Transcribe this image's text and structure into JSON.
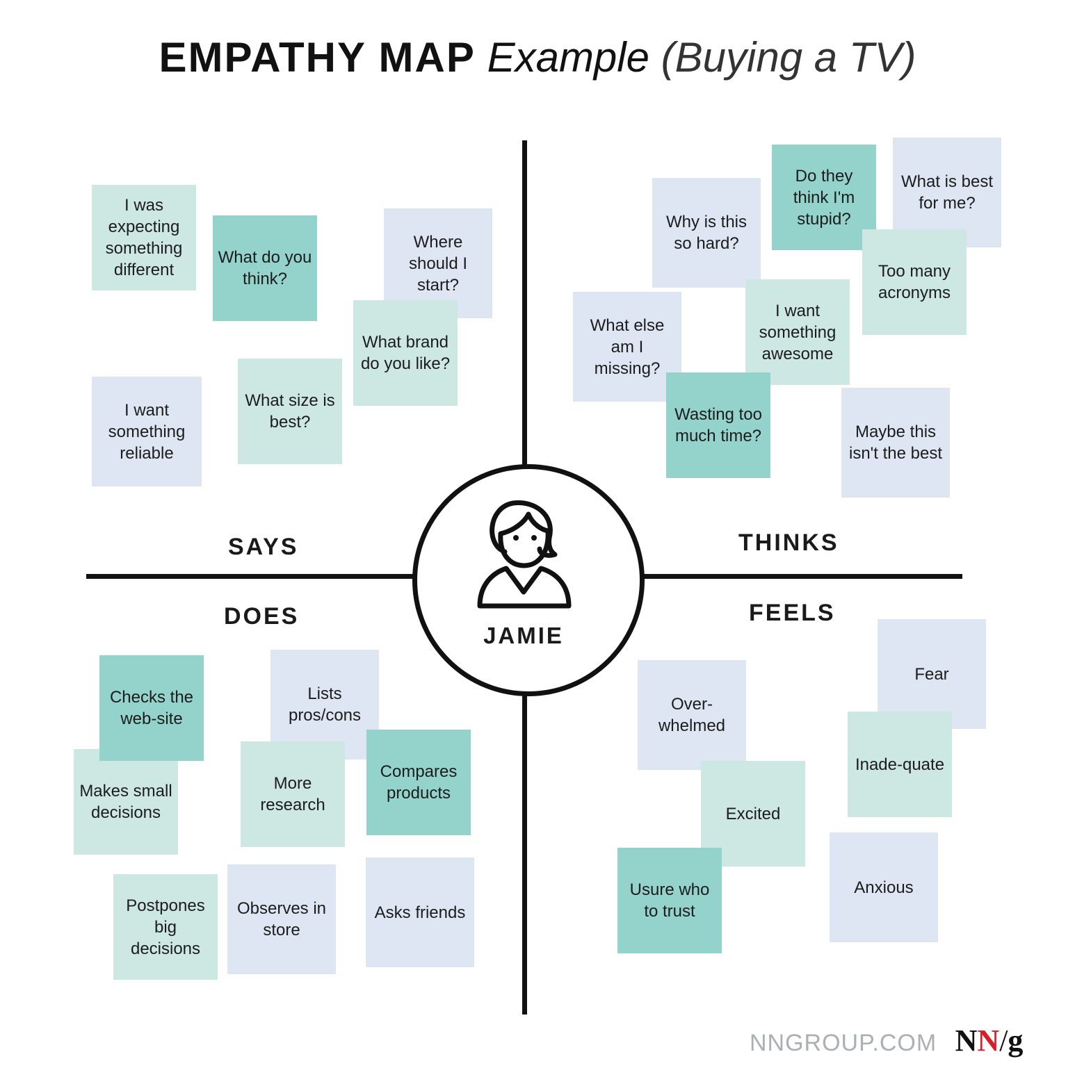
{
  "title": {
    "bold": "EMPATHY MAP",
    "italic": "Example",
    "light": "(Buying a TV)"
  },
  "persona": {
    "name": "JAMIE",
    "icon": "person-icon"
  },
  "quadrants": {
    "says": {
      "label": "SAYS",
      "notes": [
        {
          "text": "I was expecting something different",
          "color": "mint"
        },
        {
          "text": "What do you think?",
          "color": "teal"
        },
        {
          "text": "Where should I start?",
          "color": "blue"
        },
        {
          "text": "What brand do you like?",
          "color": "mint"
        },
        {
          "text": "I want something reliable",
          "color": "blue"
        },
        {
          "text": "What size is best?",
          "color": "mint"
        }
      ]
    },
    "thinks": {
      "label": "THINKS",
      "notes": [
        {
          "text": "Why is this so hard?",
          "color": "blue"
        },
        {
          "text": "Do they think I'm stupid?",
          "color": "teal"
        },
        {
          "text": "What is best for me?",
          "color": "blue"
        },
        {
          "text": "Too many acronyms",
          "color": "mint"
        },
        {
          "text": "What else am I missing?",
          "color": "blue"
        },
        {
          "text": "I want something awesome",
          "color": "mint"
        },
        {
          "text": "Wasting too much time?",
          "color": "teal"
        },
        {
          "text": "Maybe this isn't the best",
          "color": "blue"
        }
      ]
    },
    "does": {
      "label": "DOES",
      "notes": [
        {
          "text": "Makes small decisions",
          "color": "mint"
        },
        {
          "text": "Checks the web-site",
          "color": "teal"
        },
        {
          "text": "Lists pros/cons",
          "color": "blue"
        },
        {
          "text": "More research",
          "color": "mint"
        },
        {
          "text": "Compares products",
          "color": "teal"
        },
        {
          "text": "Postpones big decisions",
          "color": "mint"
        },
        {
          "text": "Observes in store",
          "color": "blue"
        },
        {
          "text": "Asks friends",
          "color": "blue"
        }
      ]
    },
    "feels": {
      "label": "FEELS",
      "notes": [
        {
          "text": "Over-whelmed",
          "color": "blue"
        },
        {
          "text": "Fear",
          "color": "blue"
        },
        {
          "text": "Inade-quate",
          "color": "mint"
        },
        {
          "text": "Excited",
          "color": "mint"
        },
        {
          "text": "Usure who to trust",
          "color": "teal"
        },
        {
          "text": "Anxious",
          "color": "blue"
        }
      ]
    }
  },
  "colors": {
    "mint": "#cde8e3",
    "blue": "#dde6f2",
    "teal": "#94d3cc",
    "brand_red": "#d71f2a"
  },
  "footer": {
    "site": "NNGROUP.COM",
    "logo_n1": "N",
    "logo_n2": "N",
    "logo_slash": "/",
    "logo_g": "g"
  }
}
